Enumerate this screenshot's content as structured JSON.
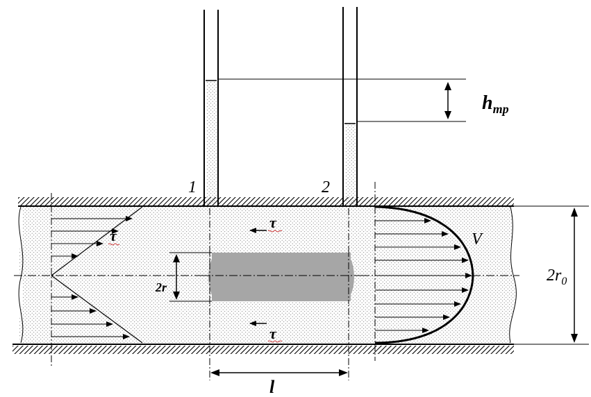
{
  "labels": {
    "piezometer_1": "1",
    "piezometer_2": "2",
    "head_loss_main": "h",
    "head_loss_sub": "mp",
    "shear_stress": "τ",
    "velocity": "V",
    "cylinder_diameter": "2r",
    "pipe_diameter_main": "2r",
    "pipe_diameter_sub": "0",
    "length": "l"
  },
  "colors": {
    "stroke": "#000000",
    "fluid_dots": "#666666",
    "cylinder": "#a6a6a6",
    "wavy_underline": "#c00000"
  }
}
